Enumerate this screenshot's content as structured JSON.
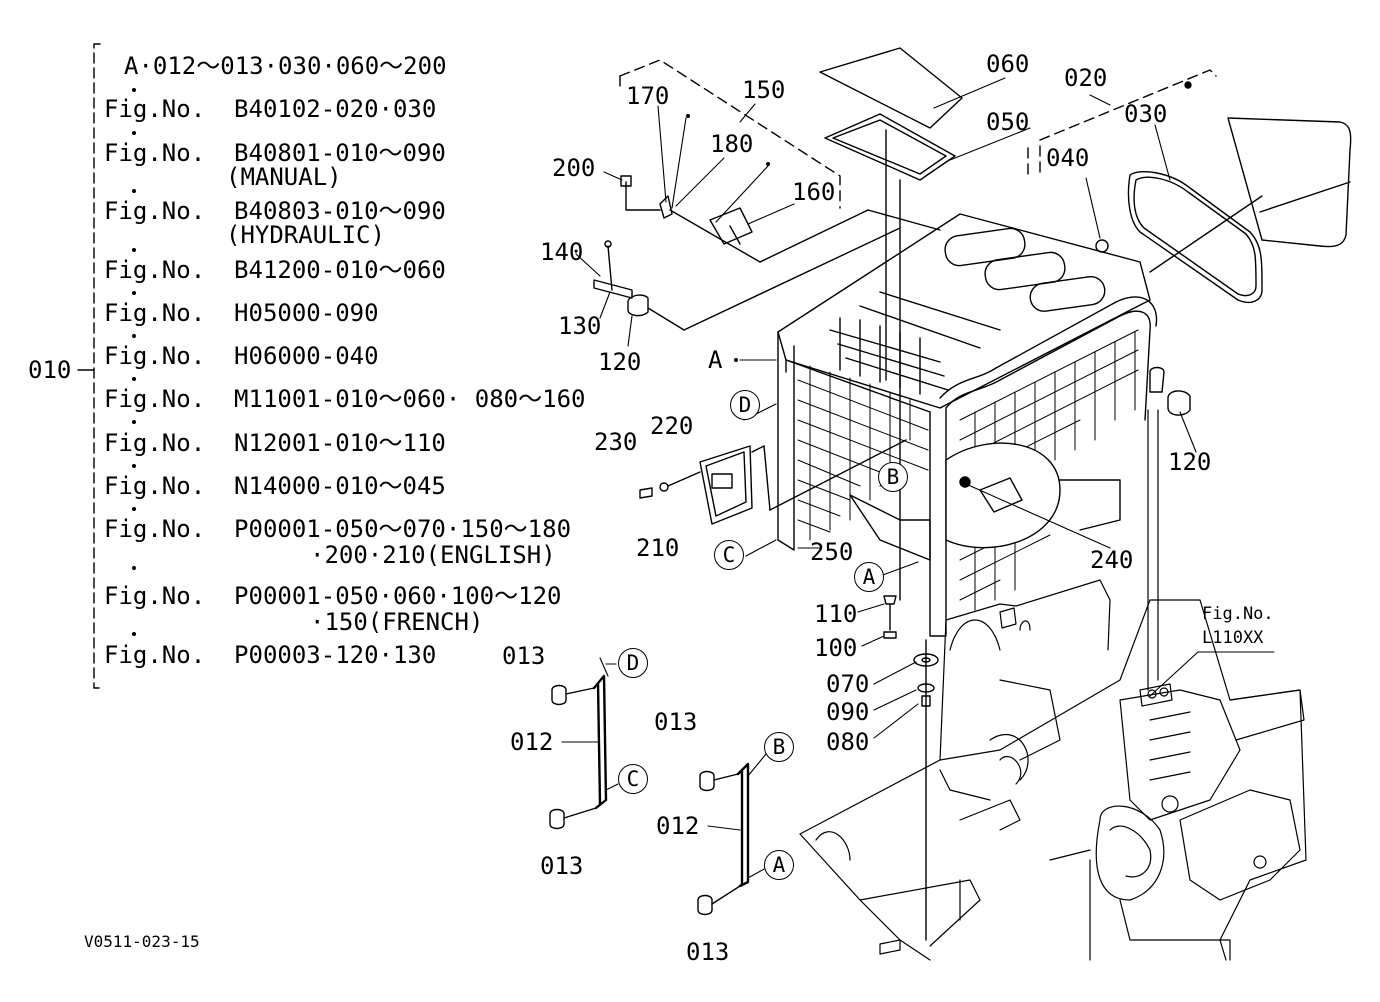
{
  "drawing_code": "V0511-023-15",
  "assembly_number": "010",
  "ref_list": [
    {
      "text": "A·012〜013·030·060〜200"
    },
    {
      "text": "Fig.No.  B40102-020·030"
    },
    {
      "text": "Fig.No.  B40801-010〜090",
      "cont": "(MANUAL)"
    },
    {
      "text": "Fig.No.  B40803-010〜090",
      "cont": "(HYDRAULIC)"
    },
    {
      "text": "Fig.No.  B41200-010〜060"
    },
    {
      "text": "Fig.No.  H05000-090"
    },
    {
      "text": "Fig.No.  H06000-040"
    },
    {
      "text": "Fig.No.  M11001-010〜060· 080〜160"
    },
    {
      "text": "Fig.No.  N12001-010〜110"
    },
    {
      "text": "Fig.No.  N14000-010〜045"
    },
    {
      "text": "Fig.No.  P00001-050〜070·150〜180",
      "cont": "·200·210(ENGLISH)"
    },
    {
      "text": "Fig.No.  P00001-050·060·100〜120",
      "cont": "·150(FRENCH)"
    },
    {
      "text": "Fig.No.  P00003-120·130"
    }
  ],
  "part_labels": {
    "p060": "060",
    "p050": "050",
    "p020": "020",
    "p030": "030",
    "p040": "040",
    "p150": "150",
    "p170": "170",
    "p180": "180",
    "p160": "160",
    "p200": "200",
    "p140": "140",
    "p130": "130",
    "p120a": "120",
    "p120b": "120",
    "pA": "A",
    "p230": "230",
    "p220": "220",
    "p210": "210",
    "p250": "250",
    "p240": "240",
    "p110": "110",
    "p100": "100",
    "p070": "070",
    "p090": "090",
    "p080": "080",
    "p013a": "013",
    "p012a": "012",
    "p013b": "013",
    "p013c": "013",
    "p012b": "012",
    "p013d": "013"
  },
  "circle_letters": {
    "d1": "D",
    "b1": "B",
    "c1": "C",
    "a1": "A",
    "d2": "D",
    "c2": "C",
    "b2": "B",
    "a2": "A"
  },
  "fig_ref": {
    "line1": "Fig.No.",
    "line2": "L110XX"
  }
}
